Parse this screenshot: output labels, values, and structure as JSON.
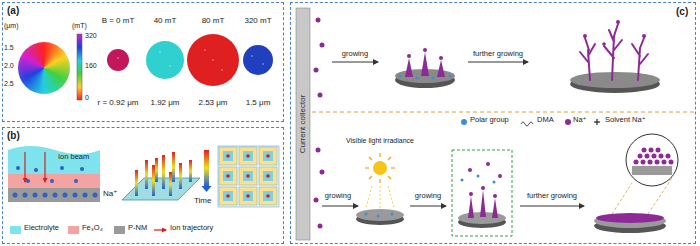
{
  "diagram": {
    "nodes": [
      {
        "text": [
          "(a)"
        ]
      },
      {
        "text": [
          "(b)"
        ]
      },
      {
        "text": [
          "(c)"
        ]
      }
    ],
    "labels": [
      "(μm)",
      "1.5",
      "2.0",
      "2.5",
      "(mT)",
      "320",
      "160",
      "0",
      "B = 0 mT",
      "40 mT",
      "80 mT",
      "320 mT",
      "r = 0.92 μm",
      "1.92 μm",
      "2.53 μm",
      "1.5 μm",
      "Ion beam",
      "Na⁺",
      "Time",
      "Current collector",
      "growing",
      "further growing",
      "growing",
      "Visible light irradiance",
      "growing",
      "further growing"
    ],
    "legend": [
      {
        "text": "Electrolyte",
        "color": "#7ee3ec"
      },
      {
        "text": "Fe₃O₄",
        "color": "#f4a3a3"
      },
      {
        "text": "P-NM",
        "color": "#9a9a9a"
      },
      {
        "text": "Ion trajectory"
      },
      {
        "text": "Polar group",
        "color": "#3b8fd8"
      },
      {
        "text": "DMA"
      },
      {
        "text": "Na⁺",
        "color": "#8e2a96"
      },
      {
        "text": "Solvent Na⁺"
      }
    ]
  }
}
